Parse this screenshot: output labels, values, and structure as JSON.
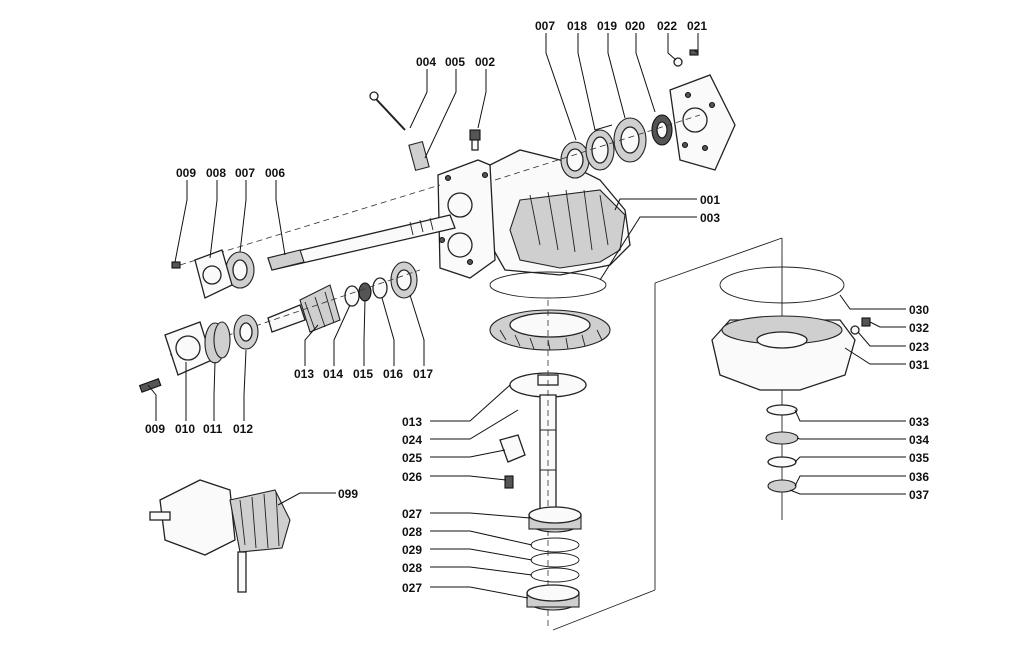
{
  "labels": {
    "l004": "004",
    "l005": "005",
    "l002": "002",
    "l007a": "007",
    "l018": "018",
    "l019": "019",
    "l020": "020",
    "l022": "022",
    "l021": "021",
    "l009a": "009",
    "l008": "008",
    "l007b": "007",
    "l006": "006",
    "l001": "001",
    "l003": "003",
    "l013a": "013",
    "l014": "014",
    "l015": "015",
    "l016": "016",
    "l017": "017",
    "l009b": "009",
    "l010": "010",
    "l011": "011",
    "l012": "012",
    "l030": "030",
    "l032": "032",
    "l023": "023",
    "l031": "031",
    "l033": "033",
    "l034": "034",
    "l035": "035",
    "l036": "036",
    "l037": "037",
    "l013b": "013",
    "l024": "024",
    "l025": "025",
    "l026": "026",
    "l099": "099",
    "l027a": "027",
    "l028a": "028",
    "l029": "029",
    "l028b": "028",
    "l027b": "027"
  }
}
